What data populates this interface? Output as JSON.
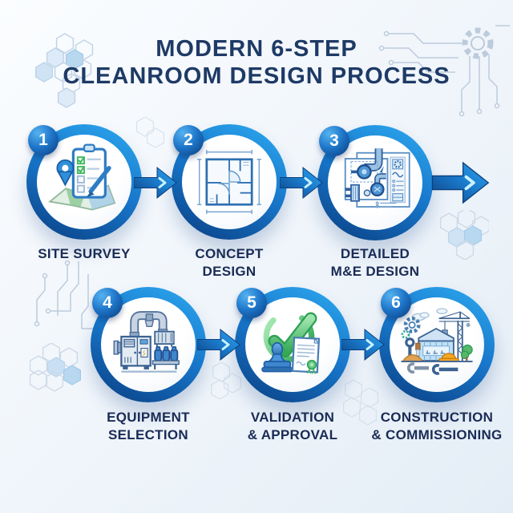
{
  "title": {
    "line1": "MODERN 6-STEP",
    "line2": "CLEANROOM DESIGN PROCESS"
  },
  "steps": [
    {
      "number": "1",
      "label_line1": "SITE SURVEY",
      "label_line2": "",
      "icon": "site-survey-icon"
    },
    {
      "number": "2",
      "label_line1": "CONCEPT",
      "label_line2": "DESIGN",
      "icon": "floor-plan-icon"
    },
    {
      "number": "3",
      "label_line1": "DETAILED",
      "label_line2": "M&E DESIGN",
      "icon": "me-schematic-icon"
    },
    {
      "number": "4",
      "label_line1": "EQUIPMENT",
      "label_line2": "SELECTION",
      "icon": "hvac-equipment-icon"
    },
    {
      "number": "5",
      "label_line1": "VALIDATION",
      "label_line2": "& APPROVAL",
      "icon": "checkmark-certificate-icon"
    },
    {
      "number": "6",
      "label_line1": "CONSTRUCTION",
      "label_line2": "& COMMISSIONING",
      "icon": "building-crane-icon"
    }
  ],
  "colors": {
    "title_text": "#1e3a66",
    "label_text": "#1a2b55",
    "ring_light": "#2ba5ec",
    "ring_dark": "#0b4489",
    "badge_blue": "#1d74c8",
    "arrow_stripe": "#8fe4ff",
    "accent_green": "#3db368",
    "background": "#eef4fa"
  }
}
